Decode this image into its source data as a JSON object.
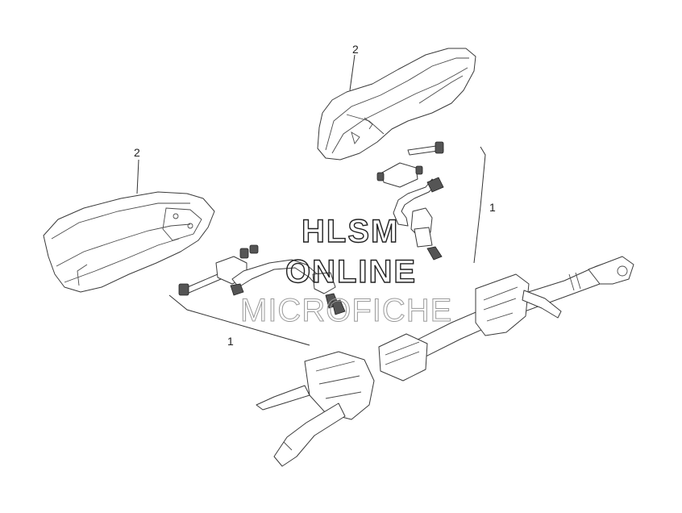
{
  "callouts": {
    "upper_guard": "2",
    "lower_guard": "2",
    "bracket_right": "1",
    "bracket_left": "1"
  },
  "watermark": {
    "line1": "HLSM",
    "line2": "ONLINE",
    "line3": "MICROFICHE"
  }
}
